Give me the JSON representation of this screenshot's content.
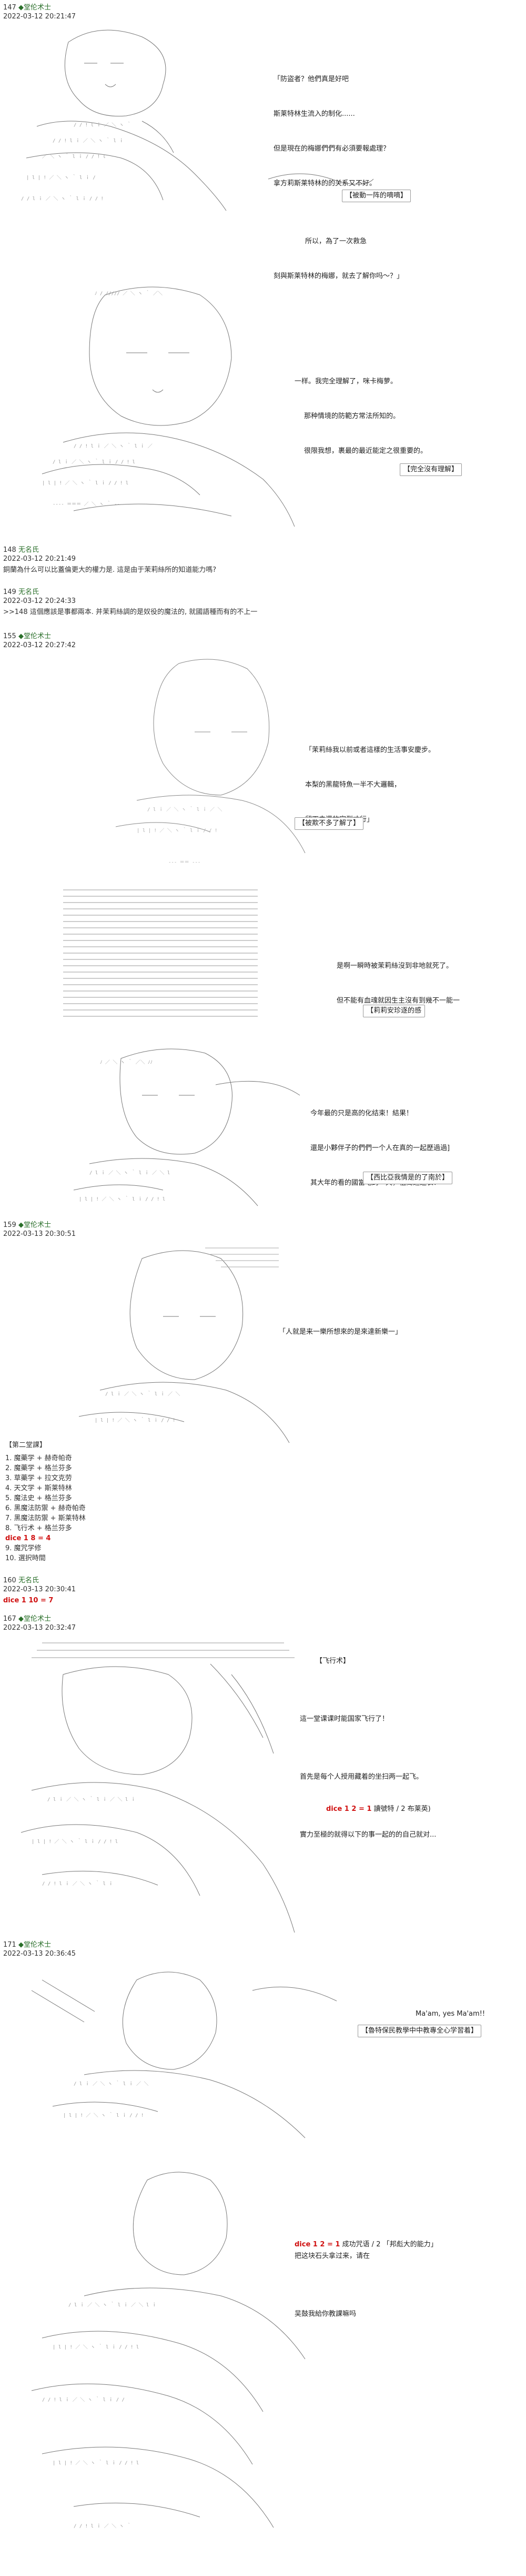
{
  "posts": [
    {
      "num": "147",
      "name": "◆堂伦术士",
      "date": "2022-03-12 20:21:47"
    },
    {
      "num": "148",
      "name": "无名氏",
      "date": "2022-03-12 20:21:49",
      "text": "銅蘭為什么可以比蓋倫更大的權力是. 這是由于茉莉絲所的知道能力嗎?"
    },
    {
      "num": "149",
      "name": "无名氏",
      "date": "2022-03-12 20:24:33",
      "text": ">>148 這個應該是事都兩本. 并茉莉絲調的是奴役的魔法的, 就國語種而有的不上一"
    },
    {
      "num": "155",
      "name": "◆堂伦术士",
      "date": "2022-03-12 20:27:42"
    },
    {
      "num": "159",
      "name": "◆堂伦术士",
      "date": "2022-03-13 20:30:51"
    },
    {
      "num": "160",
      "name": "无名氏",
      "date": "2022-03-13 20:30:41",
      "dice": "dice 1 10 = 7"
    },
    {
      "num": "167",
      "name": "◆堂伦术士",
      "date": "2022-03-13 20:32:47"
    },
    {
      "num": "171",
      "name": "◆堂伦术士",
      "date": "2022-03-13 20:36:45"
    }
  ],
  "scenes": [
    {
      "lines": [
        "「防盜者？他們真是好吧",
        "斯莱特林生流入的制化......",
        "但是現在的梅娜們們有必須要報處理？",
        "拿方莉斯莱特林的的关系又不好。",
        "",
        "所以，為了一次救急",
        "刻與斯莱特林的梅娜，就去了解你吗～？」"
      ],
      "tag": "【被動一阵的嘀嘀】"
    },
    {
      "lines": [
        "一样。我完全理解了，咪卡梅萝。",
        "那种情境的防範方常法所知的。",
        "很限我想，裹最的最近能定之很重要的。"
      ],
      "tag": "【完全沒有理解】"
    },
    {
      "lines": [
        "「茉莉絲我以前或者這樣的生活事安慶步。",
        "本梨的黑龍特魚一半不大邏輯，",
        "留下去還的宇型才行」"
      ],
      "tag": "【被欺不多了解了】"
    },
    {
      "lines": [
        "是啊一瞬時被茉莉絲沒到非地就死了。",
        "但不能有血魂就因生主沒有到幾不一能一"
      ],
      "tag": "【莉莉安珍逐的感"
    },
    {
      "lines": [
        "今年最的只是高的化结束！結果！",
        "還是小夥伴子的們們一个人在真的一起歷過過]",
        "其大年的看的國當吧的一天，祖喬這連表！"
      ],
      "tag": "【西比亞我情是的了南於】"
    },
    {
      "lines": [
        "「人就是来一樂所想來的是來達新樂一」"
      ]
    },
    {
      "lines": [
        "【飞行术】",
        "",
        "這一堂课课时能国家飞行了！",
        "",
        "首先是每个人授用藏着的坐扫两一起飞。",
        "",
        "實力至極的就得以下的事一起的的自己就对..."
      ],
      "dice": "dice 1 2 = 1",
      "dice_after": " 讀號特 / 2 布莱英)"
    },
    {
      "lines": [
        "Ma'am, yes Ma'am!!"
      ],
      "tag": "【魯特保民教學中中教專全心学習着】"
    },
    {
      "lines": [
        "把这块石头拿过来，请在",
        "",
        "吴鼓我給你教課嘛吗"
      ],
      "dice": "dice 1 2 = 1",
      "dice_after": " 成功咒语 / 2 「邦彪大的能力」"
    }
  ],
  "roster": {
    "title": "【第二堂課】",
    "items": [
      "1. 魔藥学 + 赫奇帕奇",
      "2. 魔藥学 + 格兰芬多",
      "3. 草藥学 + 拉文克劳",
      "4. 天文学 + 斯莱特林",
      "5. 魔法史 + 格兰芬多",
      "6. 黑魔法防禦 + 赫奇帕奇",
      "7. 黑魔法防禦 + 斯莱特林",
      "8. 飞行术 + 格兰芬多",
      "9. 魔咒学修",
      "10. 選択時間"
    ],
    "dice": "dice 1 8 = 4"
  }
}
